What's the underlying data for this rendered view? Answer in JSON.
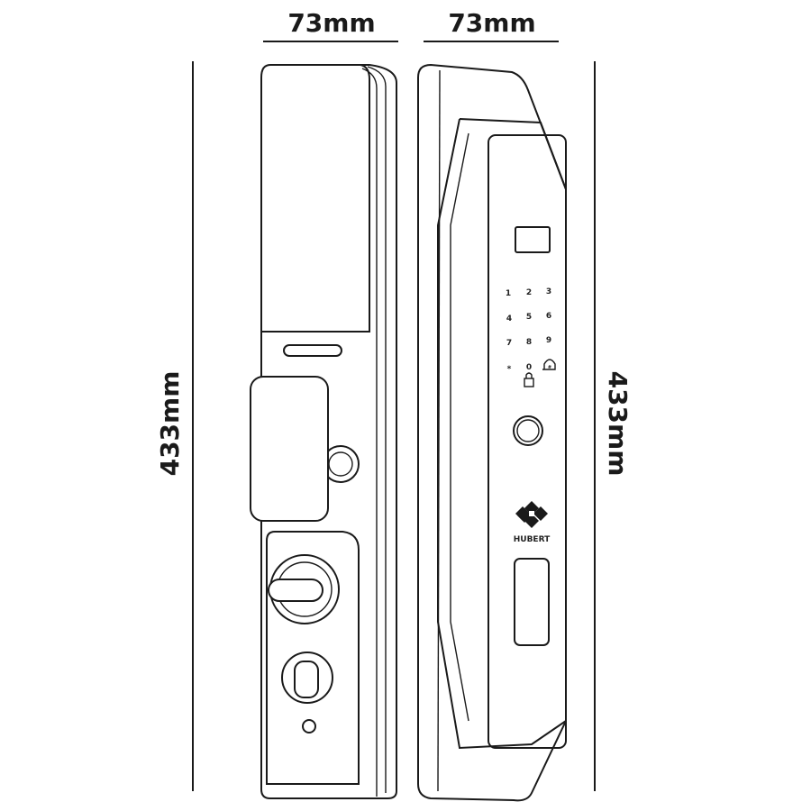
{
  "dimensions": {
    "front_width": "73mm",
    "side_width": "73mm",
    "left_height": "433mm",
    "right_height": "433mm"
  },
  "keypad": {
    "keys": [
      "1",
      "2",
      "3",
      "4",
      "5",
      "6",
      "7",
      "8",
      "9",
      "*",
      "0",
      "#"
    ]
  },
  "brand": {
    "name": "HUBERT"
  }
}
